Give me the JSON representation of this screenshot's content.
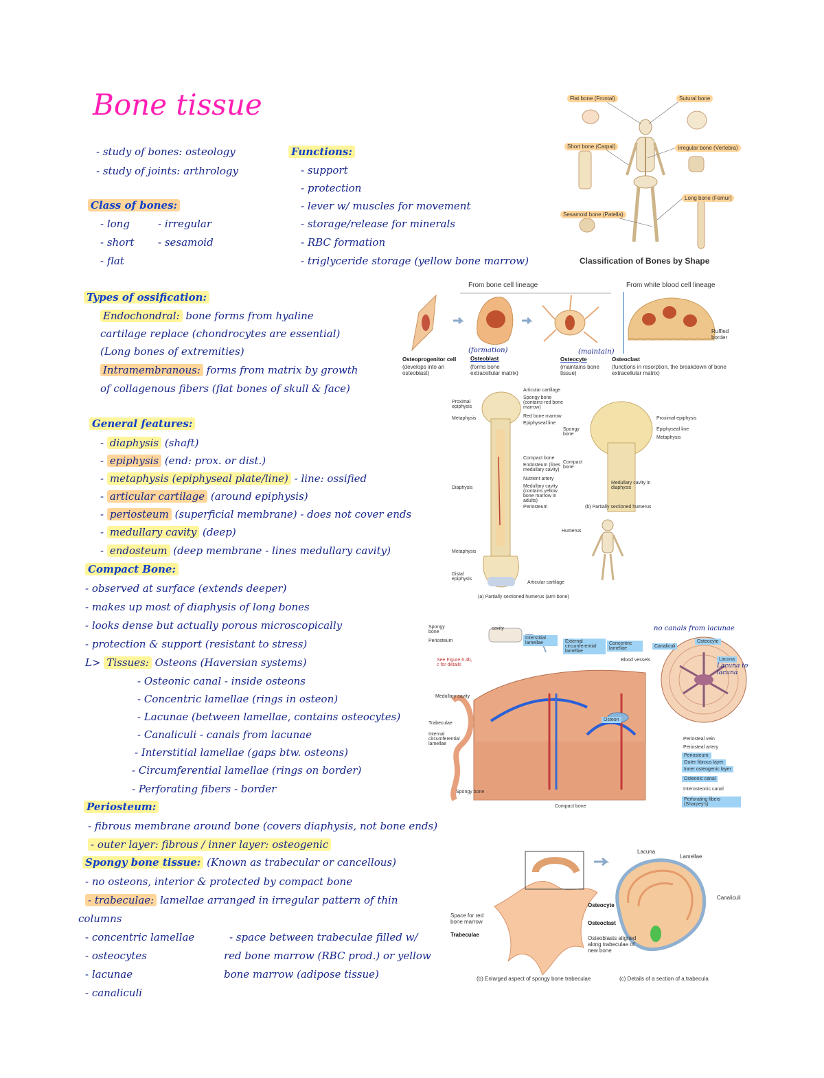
{
  "title": "Bone tissue",
  "intro": [
    "- study of bones: osteology",
    "- study of joints: arthrology"
  ],
  "class_heading": "Class of bones:",
  "class_left": [
    "- long",
    "- short",
    "- flat"
  ],
  "class_right": [
    "- irregular",
    "- sesamoid"
  ],
  "functions_heading": "Functions:",
  "functions": [
    "- support",
    "- protection",
    "- lever w/ muscles for movement",
    "- storage/release for minerals",
    "- RBC formation",
    "- triglyceride storage (yellow bone marrow)"
  ],
  "ossification_heading": "Types of ossification:",
  "endo_label": "Endochondral:",
  "endo_text1": "bone forms from hyaline",
  "endo_text2": "cartilage replace (chondrocytes are essential)",
  "endo_text3": "(Long bones of extremities)",
  "intra_label": "Intramembranous:",
  "intra_text1": "forms from matrix by growth",
  "intra_text2": "of collagenous fibers (flat bones of skull & face)",
  "general_heading": "General features:",
  "general": [
    {
      "term": "diaphysis",
      "rest": " (shaft)"
    },
    {
      "term": "epiphysis",
      "rest": " (end: prox. or dist.)"
    },
    {
      "term": "metaphysis (epiphyseal plate/line)",
      "rest": " - line: ossified"
    },
    {
      "term": "articular cartilage",
      "rest": " (around epiphysis)"
    },
    {
      "term": "periosteum",
      "rest": " (superficial membrane) - does not cover ends"
    },
    {
      "term": "medullary cavity",
      "rest": " (deep)"
    },
    {
      "term": "endosteum",
      "rest": " (deep membrane - lines medullary cavity)"
    }
  ],
  "compact_heading": "Compact Bone:",
  "compact": [
    "- observed at surface (extends deeper)",
    "- makes up most of diaphysis of long bones",
    "- looks dense but actually porous microscopically",
    "- protection & support (resistant to stress)"
  ],
  "tissue_prefix": "L> ",
  "tissue_label": "Tissues:",
  "tissue_rest": " Osteons (Haversian systems)",
  "osteon_parts": [
    "- Osteonic canal - inside osteons",
    "- Concentric lamellae (rings in osteon)",
    "- Lacunae (between lamellae, contains osteocytes)",
    "- Canaliculi - canals from lacunae",
    "- Interstitial lamellae (gaps btw. osteons)",
    "- Circumferential lamellae (rings on border)",
    "- Perforating fibers - border"
  ],
  "periosteum_heading": "Periosteum:",
  "periosteum": [
    "- fibrous membrane around bone (covers diaphysis, not bone ends)",
    "- outer layer: fibrous / inner layer: osteogenic"
  ],
  "spongy_heading": "Spongy bone tissue:",
  "spongy_heading_rest": " (Known as trabecular or cancellous)",
  "spongy1": "- no osteons, interior & protected by compact bone",
  "spongy2_label": "- trabeculae:",
  "spongy2_rest": " lamellae arranged in irregular pattern of thin",
  "spongy2_cont": "columns",
  "spongy_left": [
    "- concentric lamellae",
    "- osteocytes",
    "- lacunae",
    "- canaliculi"
  ],
  "spongy_right": [
    "- space between trabeculae filled w/",
    "red bone marrow (RBC prod.) or yellow",
    "bone marrow (adipose tissue)"
  ],
  "fig1": {
    "caption": "Classification of Bones by Shape",
    "labels": {
      "flat": "Flat bone (Frontal)",
      "sutural": "Sutural bone",
      "short": "Short bone (Carpal)",
      "irregular": "Irregular bone (Vertebra)",
      "long": "Long bone (Femur)",
      "sesamoid": "Sesamoid bone (Patella)"
    }
  },
  "fig2": {
    "bone_lineage": "From bone cell lineage",
    "wbc_lineage": "From white blood cell lineage",
    "ruffled": "Ruffled border",
    "cells": [
      {
        "name": "Osteoprogenitor cell",
        "desc": "(develops into an osteoblast)"
      },
      {
        "name": "Osteoblast",
        "desc": "(forms bone extracellular matrix)",
        "note": "(formation)"
      },
      {
        "name": "Osteocyte",
        "desc": "(maintains bone tissue)",
        "note": "(maintain)"
      },
      {
        "name": "Osteoclast",
        "desc": "(functions in resorption, the breakdown of bone extracellular matrix)"
      }
    ]
  },
  "fig3": {
    "left_labels": [
      "Proximal epiphysis",
      "Metaphysis",
      "Diaphysis",
      "Metaphysis",
      "Distal epiphysis"
    ],
    "right_labels": [
      "Articular cartilage",
      "Spongy bone (contains red bone marrow)",
      "Red bone marrow",
      "Epiphyseal line",
      "Compact bone",
      "Endosteum (lines medullary cavity)",
      "Nutrient artery",
      "Medullary cavity (contains yellow bone marrow in adults)",
      "Periosteum",
      "Articular cartilage"
    ],
    "caption_a": "(a) Partially sectioned humerus (arm bone)",
    "hum_labels": [
      "Proximal epiphysis",
      "Epiphyseal line",
      "Metaphysis"
    ],
    "hum_left": [
      "Spongy bone",
      "Compact bone"
    ],
    "hum_cavity": "Medullary cavity in diaphysis",
    "caption_b": "(b) Partially sectioned humerus",
    "humerus": "Humerus"
  },
  "fig4": {
    "labels_left": [
      "Spongy bone",
      "Periosteum",
      "See Figure 6.4b, c for details",
      "Medullary cavity",
      "Trabeculae",
      "Internal circumferential lamellae",
      "Spongy bone"
    ],
    "cavity": "cavity",
    "interstitial": "Interstitial lamellae",
    "external": "External circumferential lamellae",
    "concentric": "Concentric lamellae",
    "vessels": "Blood vessels",
    "osteon": "Osteon",
    "compact": "Compact bone",
    "canaliculi": "Canaliculi",
    "osteocyte": "Osteocyte",
    "lacuna": "Lacuna",
    "note1": "no canals from lacunae",
    "note2": "Lacuna to lacuna",
    "right_labels": [
      "Periosteal vein",
      "Periosteal artery",
      "Periosteum:",
      "Outer fibrous layer",
      "Inner osteogenic layer",
      "Osteonic canal",
      "Interosteonic canal",
      "Perforating fibers (Sharpey's)"
    ]
  },
  "fig5": {
    "lacuna": "Lacuna",
    "lamellae": "Lamellae",
    "canaliculi": "Canaliculi",
    "osteocyte": "Osteocyte",
    "osteoclast": "Osteoclast",
    "osteoblasts": "Osteoblasts aligned along trabeculae of new bone",
    "space": "Space for red bone marrow",
    "trabeculae": "Trabeculae",
    "caption_b": "(b) Enlarged aspect of spongy bone trabeculae",
    "caption_c": "(c) Details of a section of a trabecula"
  }
}
